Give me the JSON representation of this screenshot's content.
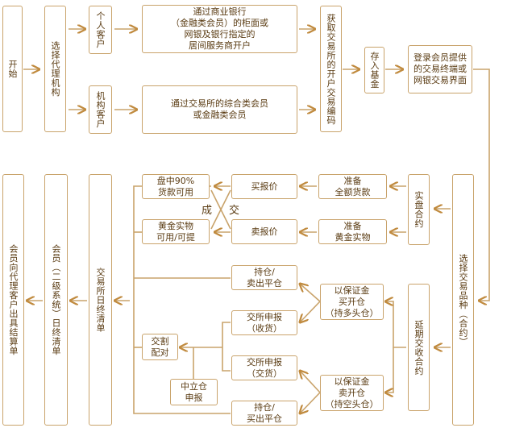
{
  "colors": {
    "line": "#c9a36b",
    "arrow": "#c08a3e",
    "text": "#5a3b12"
  },
  "nodes": {
    "start": "开始",
    "choose_agent": "选择代理机构",
    "individual": "个人客户",
    "institution": "机构客户",
    "bank_open": "通过商业银行\n（金融类会员）的柜面或\n网银及银行指定的\n居间服务商开户",
    "member_open": "通过交易所的综合类会员\n或金融类会员",
    "get_code": "获取交易所的开户交易编码",
    "deposit": "存入基金",
    "login": "登录会员提供\n的交易终端或\n网银交易界面",
    "choose_product": "选择交易品种（合约）",
    "spot": "实盘合约",
    "deferred": "延期交收合约",
    "prepare_funds": "准备\n全额货款",
    "prepare_gold": "准备\n黄金实物",
    "buy_quote": "买报价",
    "sell_quote": "卖报价",
    "plate_funds": "盘中90%\n货款可用",
    "gold_available": "黄金实物\n可用/可提",
    "deal_left": "成",
    "deal_right": "交",
    "margin_buy": "以保证金\n买开仓\n（持多头仓）",
    "margin_sell": "以保证金\n卖开仓\n（持空头仓）",
    "hold_sell_close": "持仓/\n卖出平仓",
    "hold_buy_close": "持仓/\n买出平仓",
    "exch_declare_receive": "交所申报\n（收货）",
    "exch_declare_deliver": "交所申报\n（交货）",
    "delivery_match": "交割\n配对",
    "neutral_declare": "中立仓\n申报",
    "exch_daily": "交易所日终清单",
    "member_daily": "会员（二级系统）日终清单",
    "member_statement": "会员向代理客户出具结算单"
  }
}
